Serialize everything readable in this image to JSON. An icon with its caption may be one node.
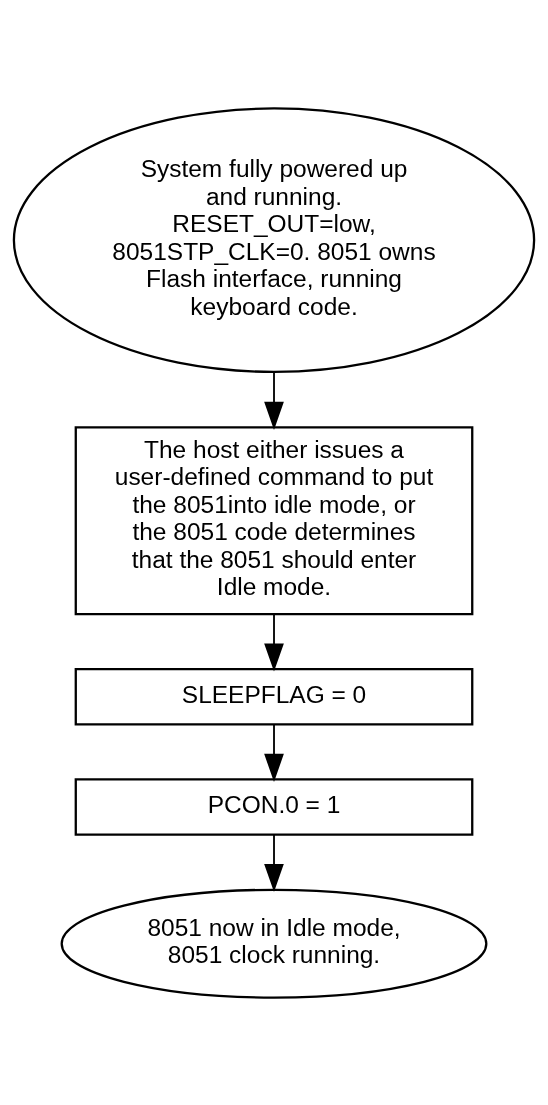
{
  "diagram": {
    "nodes": [
      {
        "text": [
          "System fully powered up and running. RESET_OUT=low, 8051STP_CLK=0. 8051 owns Flash interface, running keyboard code."
        ]
      },
      {
        "text": [
          "The host either issues a user-defined command to put the 8051into idle mode, or the 8051 code determines that the 8051 should enter Idle mode."
        ]
      },
      {
        "text": [
          "SLEEPFLAG = 0"
        ]
      },
      {
        "text": [
          "PCON.0 = 1"
        ]
      },
      {
        "text": [
          "8051 now in Idle mode, 8051 clock running."
        ]
      }
    ],
    "edges": [
      {
        "from": 0,
        "to": 1,
        "arrow": "to"
      },
      {
        "from": 1,
        "to": 2,
        "arrow": "to"
      },
      {
        "from": 2,
        "to": 3,
        "arrow": "to"
      },
      {
        "from": 3,
        "to": 4,
        "arrow": "to"
      }
    ]
  }
}
